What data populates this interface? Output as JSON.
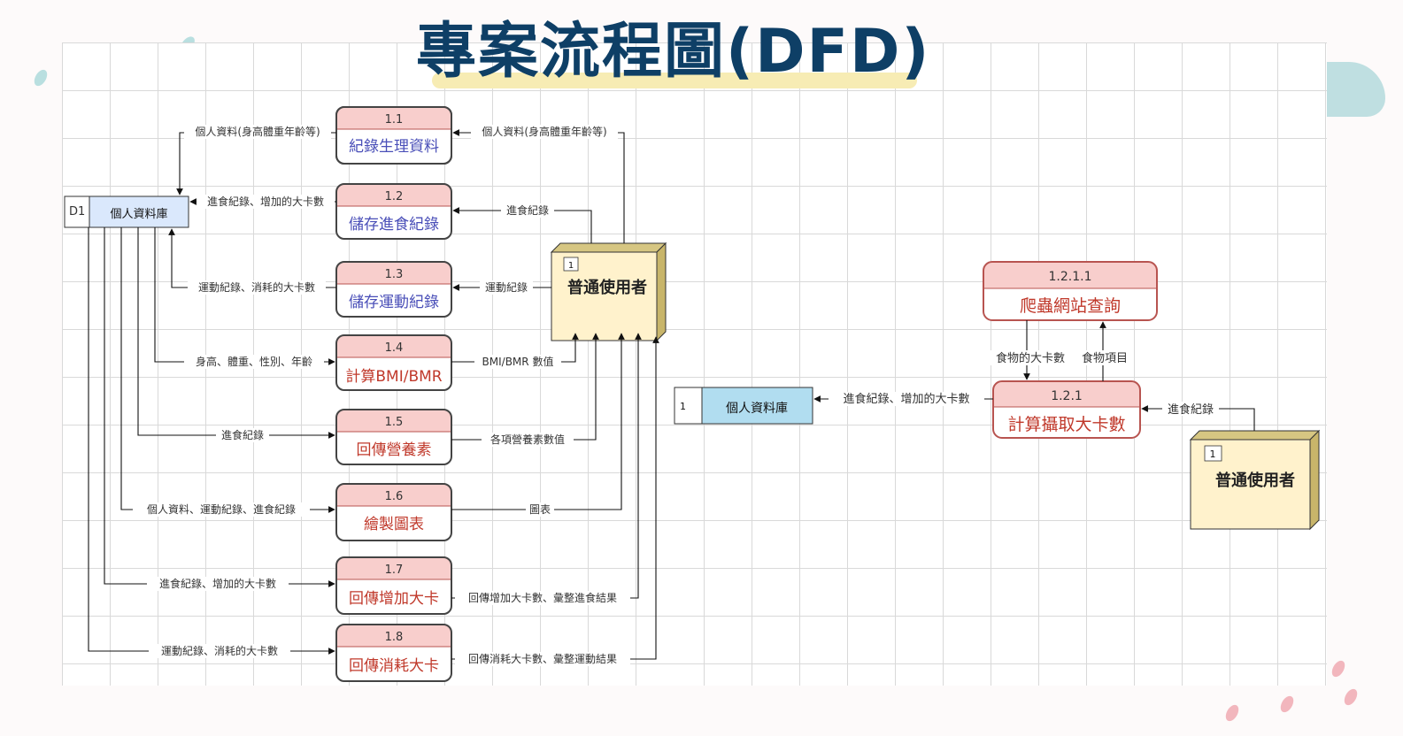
{
  "title": "專案流程圖(DFD)",
  "colors": {
    "title": "#0e3f66",
    "process_header": "#f8cecc",
    "process_border": "#b85450",
    "store_fill": "#dae8fc",
    "store_fill_right": "#b1ddf0",
    "entity_fill": "#fff2cc"
  },
  "left": {
    "store": {
      "id": "D1",
      "name": "個人資料庫"
    },
    "entity": {
      "id": "1",
      "name": "普通使用者"
    },
    "processes": [
      {
        "id": "1.1",
        "name": "紀錄生理資料",
        "name_color": "#4a4fb8"
      },
      {
        "id": "1.2",
        "name": "儲存進食紀錄",
        "name_color": "#4a4fb8"
      },
      {
        "id": "1.3",
        "name": "儲存運動紀錄",
        "name_color": "#4a4fb8"
      },
      {
        "id": "1.4",
        "name": "計算BMI/BMR",
        "name_color": "#c0392b"
      },
      {
        "id": "1.5",
        "name": "回傳營養素",
        "name_color": "#c0392b"
      },
      {
        "id": "1.6",
        "name": "繪製圖表",
        "name_color": "#c0392b"
      },
      {
        "id": "1.7",
        "name": "回傳增加大卡",
        "name_color": "#c0392b"
      },
      {
        "id": "1.8",
        "name": "回傳消耗大卡",
        "name_color": "#c0392b"
      }
    ],
    "flows": {
      "p11_to_store": "個人資料(身高體重年齡等)",
      "user_to_p11": "個人資料(身高體重年齡等)",
      "p12_to_store": "進食紀錄、增加的大卡數",
      "user_to_p12": "進食紀錄",
      "p13_to_store": "運動紀錄、消耗的大卡數",
      "user_to_p13": "運動紀錄",
      "store_to_p14": "身高、體重、性別、年齡",
      "p14_to_user": "BMI/BMR 數值",
      "store_to_p15": "進食紀錄",
      "p15_to_user": "各項營養素數值",
      "store_to_p16": "個人資料、運動紀錄、進食紀錄",
      "p16_to_user": "圖表",
      "store_to_p17": "進食紀錄、增加的大卡數",
      "p17_to_user": "回傳增加大卡數、彙整進食結果",
      "store_to_p18": "運動紀錄、消耗的大卡數",
      "p18_to_user": "回傳消耗大卡數、彙整運動結果"
    }
  },
  "right": {
    "store": {
      "id": "1",
      "name": "個人資料庫"
    },
    "entity": {
      "id": "1",
      "name": "普通使用者"
    },
    "process_crawler": {
      "id": "1.2.1.1",
      "name": "爬蟲網站查詢"
    },
    "process_calc": {
      "id": "1.2.1",
      "name": "計算攝取大卡數"
    },
    "flows": {
      "calc_to_store": "進食紀錄、增加的大卡數",
      "user_to_calc": "進食紀錄",
      "crawler_to_calc": "食物的大卡數",
      "calc_to_crawler": "食物項目"
    }
  }
}
